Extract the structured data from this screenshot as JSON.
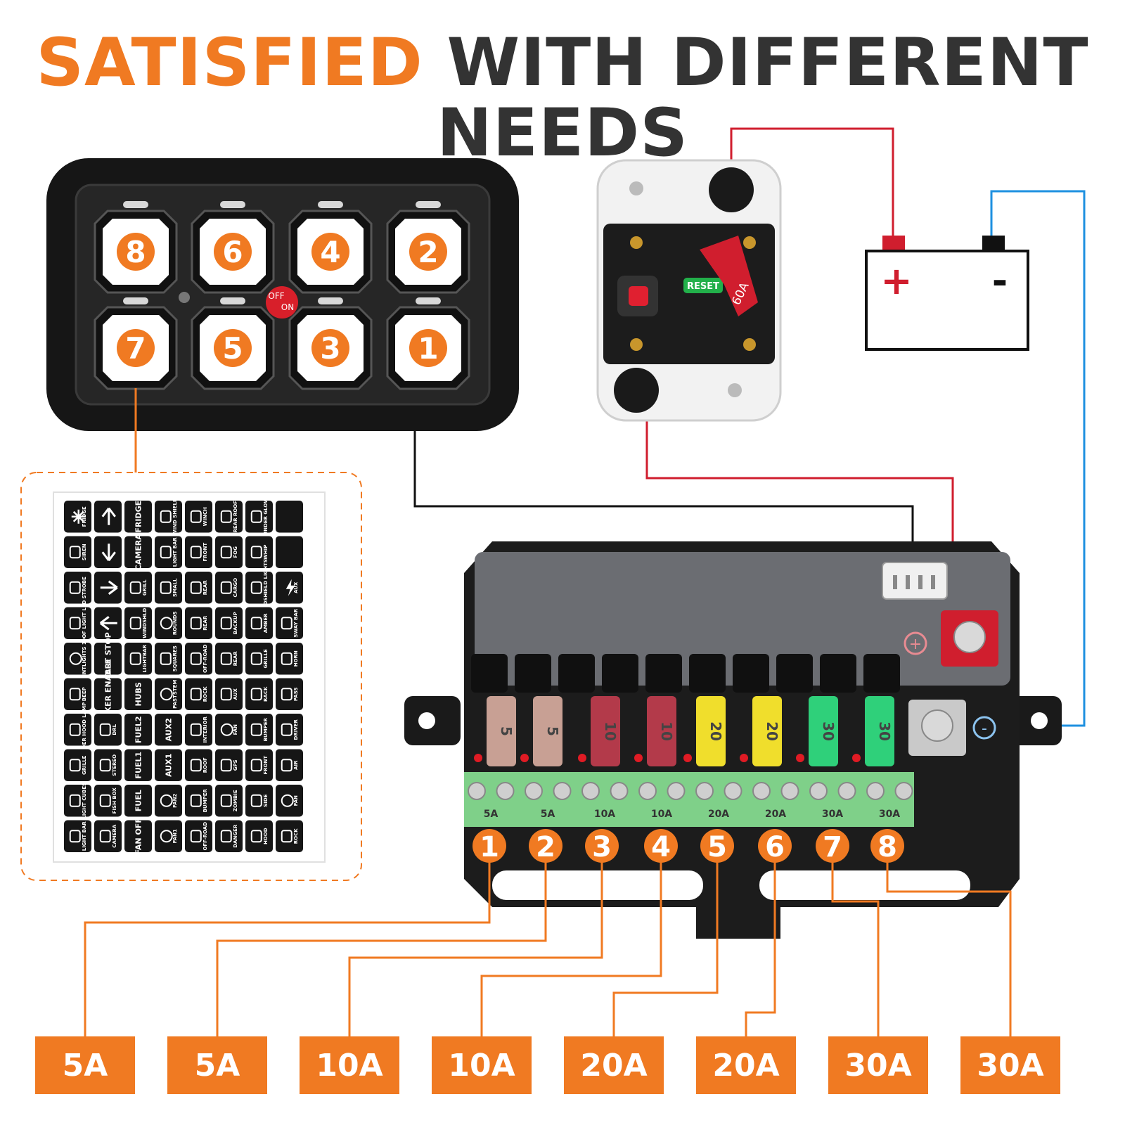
{
  "heading": {
    "highlight": "SATISFIED",
    "rest": "WITH DIFFERENT NEEDS"
  },
  "colors": {
    "orange": "#f07a22",
    "dark": "#333333",
    "wire_red": "#d01e2e",
    "wire_blue": "#1e90e0",
    "wire_black": "#111111"
  },
  "switch_panel": {
    "top_row": [
      "8",
      "6",
      "4",
      "2"
    ],
    "bottom_row": [
      "7",
      "5",
      "3",
      "1"
    ],
    "power_button": [
      "OFF",
      "ON"
    ]
  },
  "breaker": {
    "reset_label": "RESET",
    "rating": "60A"
  },
  "battery": {
    "plus": "+",
    "minus": "-"
  },
  "relay_box": {
    "fuse_labels": [
      "5",
      "5",
      "10",
      "10",
      "20",
      "20",
      "30",
      "30"
    ],
    "terminal_labels": [
      "5A",
      "5A",
      "10A",
      "10A",
      "20A",
      "20A",
      "30A",
      "30A"
    ],
    "channels": [
      "1",
      "2",
      "3",
      "4",
      "5",
      "6",
      "7",
      "8"
    ]
  },
  "sticker_sheet": {
    "columns": [
      [
        {
          "icon": "snowflake-icon",
          "label": "FRIDGE"
        },
        {
          "icon": "beacon-icon",
          "label": "SIREN"
        },
        {
          "icon": "strobe-icon",
          "label": "STROBE"
        },
        {
          "icon": "roof-light-icon",
          "label": "ROOF LIGHT LED"
        },
        {
          "icon": "sun-icon",
          "label": "INTLIGHTS 1"
        },
        {
          "icon": "grille-icon",
          "label": "BEEP"
        },
        {
          "icon": "winch-icon",
          "label": "UNDER HOOD LAMP"
        },
        {
          "icon": "lamp-icon",
          "label": "GRILLE"
        },
        {
          "icon": "cubes-icon",
          "label": "LIGHT CUBES"
        },
        {
          "icon": "lightbar-icon",
          "label": "LIGHT BAR"
        }
      ],
      [
        {
          "icon": "arrow-up-icon",
          "label": ""
        },
        {
          "icon": "arrow-down-icon",
          "label": ""
        },
        {
          "icon": "arrow-right-icon",
          "label": ""
        },
        {
          "icon": "arrow-left-icon",
          "label": ""
        },
        {
          "icon": "text-icon",
          "label": "START STOP"
        },
        {
          "icon": "text-icon",
          "label": "LOCKER ENABLE"
        },
        {
          "icon": "box-icon",
          "label": "DRL"
        },
        {
          "icon": "speaker-icon",
          "label": "STEREO"
        },
        {
          "icon": "box-icon",
          "label": "FISH BOX"
        },
        {
          "icon": "camera-icon",
          "label": "CAMERA"
        }
      ],
      [
        {
          "icon": "text-icon",
          "label": "FRIDGE"
        },
        {
          "icon": "text-icon",
          "label": "CAMERA"
        },
        {
          "icon": "lamp-icon",
          "label": "GRILL"
        },
        {
          "icon": "lamp-icon",
          "label": "WINDSHLD"
        },
        {
          "icon": "lamp-icon",
          "label": "LIGHTBAR"
        },
        {
          "icon": "text-icon",
          "label": "HUBS"
        },
        {
          "icon": "text-icon",
          "label": "FUEL2"
        },
        {
          "icon": "text-icon",
          "label": "FUEL1"
        },
        {
          "icon": "text-icon",
          "label": "FUEL"
        },
        {
          "icon": "text-icon",
          "label": "FAN OFF"
        }
      ],
      [
        {
          "icon": "windshield-icon",
          "label": "WIND SHIELD"
        },
        {
          "icon": "lightbar-icon",
          "label": "LIGHT BAR"
        },
        {
          "icon": "small-icon",
          "label": "SMALL"
        },
        {
          "icon": "rounds-icon",
          "label": "ROUNDS"
        },
        {
          "icon": "squares-icon",
          "label": "SQUARES"
        },
        {
          "icon": "fan-icon",
          "label": "PASTSTEM"
        },
        {
          "icon": "text-icon",
          "label": "AUX2"
        },
        {
          "icon": "text-icon",
          "label": "AUX1"
        },
        {
          "icon": "fan-icon",
          "label": "FAN2"
        },
        {
          "icon": "fan-icon",
          "label": "FAN1"
        }
      ],
      [
        {
          "icon": "winch-icon",
          "label": "WINCH"
        },
        {
          "icon": "front-icon",
          "label": "FRONT"
        },
        {
          "icon": "rear-icon",
          "label": "REAR"
        },
        {
          "icon": "rear-icon",
          "label": "REAR"
        },
        {
          "icon": "offroad-icon",
          "label": "OFF-ROAD"
        },
        {
          "icon": "rock-icon",
          "label": "ROCK"
        },
        {
          "icon": "interior-icon",
          "label": "INTERIOR"
        },
        {
          "icon": "roof-icon",
          "label": "ROOF"
        },
        {
          "icon": "bumper-icon",
          "label": "BUMPER"
        },
        {
          "icon": "offroad-icon",
          "label": "OFF-ROAD"
        }
      ],
      [
        {
          "icon": "lamp-icon",
          "label": "REAR ROOF"
        },
        {
          "icon": "fog-icon",
          "label": "FOG"
        },
        {
          "icon": "cargo-icon",
          "label": "CARGO"
        },
        {
          "icon": "backup-icon",
          "label": "BACKUP"
        },
        {
          "icon": "lamp-icon",
          "label": "REAR"
        },
        {
          "icon": "aux-icon",
          "label": "AUX"
        },
        {
          "icon": "fan-icon",
          "label": "FAN"
        },
        {
          "icon": "gps-icon",
          "label": "GPS"
        },
        {
          "icon": "zombie-icon",
          "label": "ZOMBIE"
        },
        {
          "icon": "danger-icon",
          "label": "DANGER"
        }
      ],
      [
        {
          "icon": "lamp-icon",
          "label": "UNDER GLOW"
        },
        {
          "icon": "whip-icon",
          "label": "WHIP"
        },
        {
          "icon": "windshield-icon",
          "label": "WINDSHIELD LIGHTS"
        },
        {
          "icon": "lamp-icon",
          "label": "AMBER"
        },
        {
          "icon": "lamp-icon",
          "label": "GRILLE"
        },
        {
          "icon": "lamp-icon",
          "label": "RACK"
        },
        {
          "icon": "lamp-icon",
          "label": "BUMPER"
        },
        {
          "icon": "lamp-icon",
          "label": "FRONT"
        },
        {
          "icon": "lamp-icon",
          "label": "SIDE"
        },
        {
          "icon": "lamp-icon",
          "label": "HOOD"
        }
      ],
      [
        {
          "icon": "blank-icon",
          "label": ""
        },
        {
          "icon": "blank-icon",
          "label": ""
        },
        {
          "icon": "lightning-icon",
          "label": "AUX"
        },
        {
          "icon": "swaybar-icon",
          "label": "SWAY BAR"
        },
        {
          "icon": "horn-icon",
          "label": "HORN"
        },
        {
          "icon": "seat-icon",
          "label": "PASS"
        },
        {
          "icon": "seat-icon",
          "label": "DRIVER"
        },
        {
          "icon": "air-icon",
          "label": "AIR"
        },
        {
          "icon": "fan-icon",
          "label": "FAN"
        },
        {
          "icon": "rock-icon",
          "label": "ROCK"
        }
      ]
    ]
  },
  "amp_boxes": [
    "5A",
    "5A",
    "10A",
    "10A",
    "20A",
    "20A",
    "30A",
    "30A"
  ]
}
